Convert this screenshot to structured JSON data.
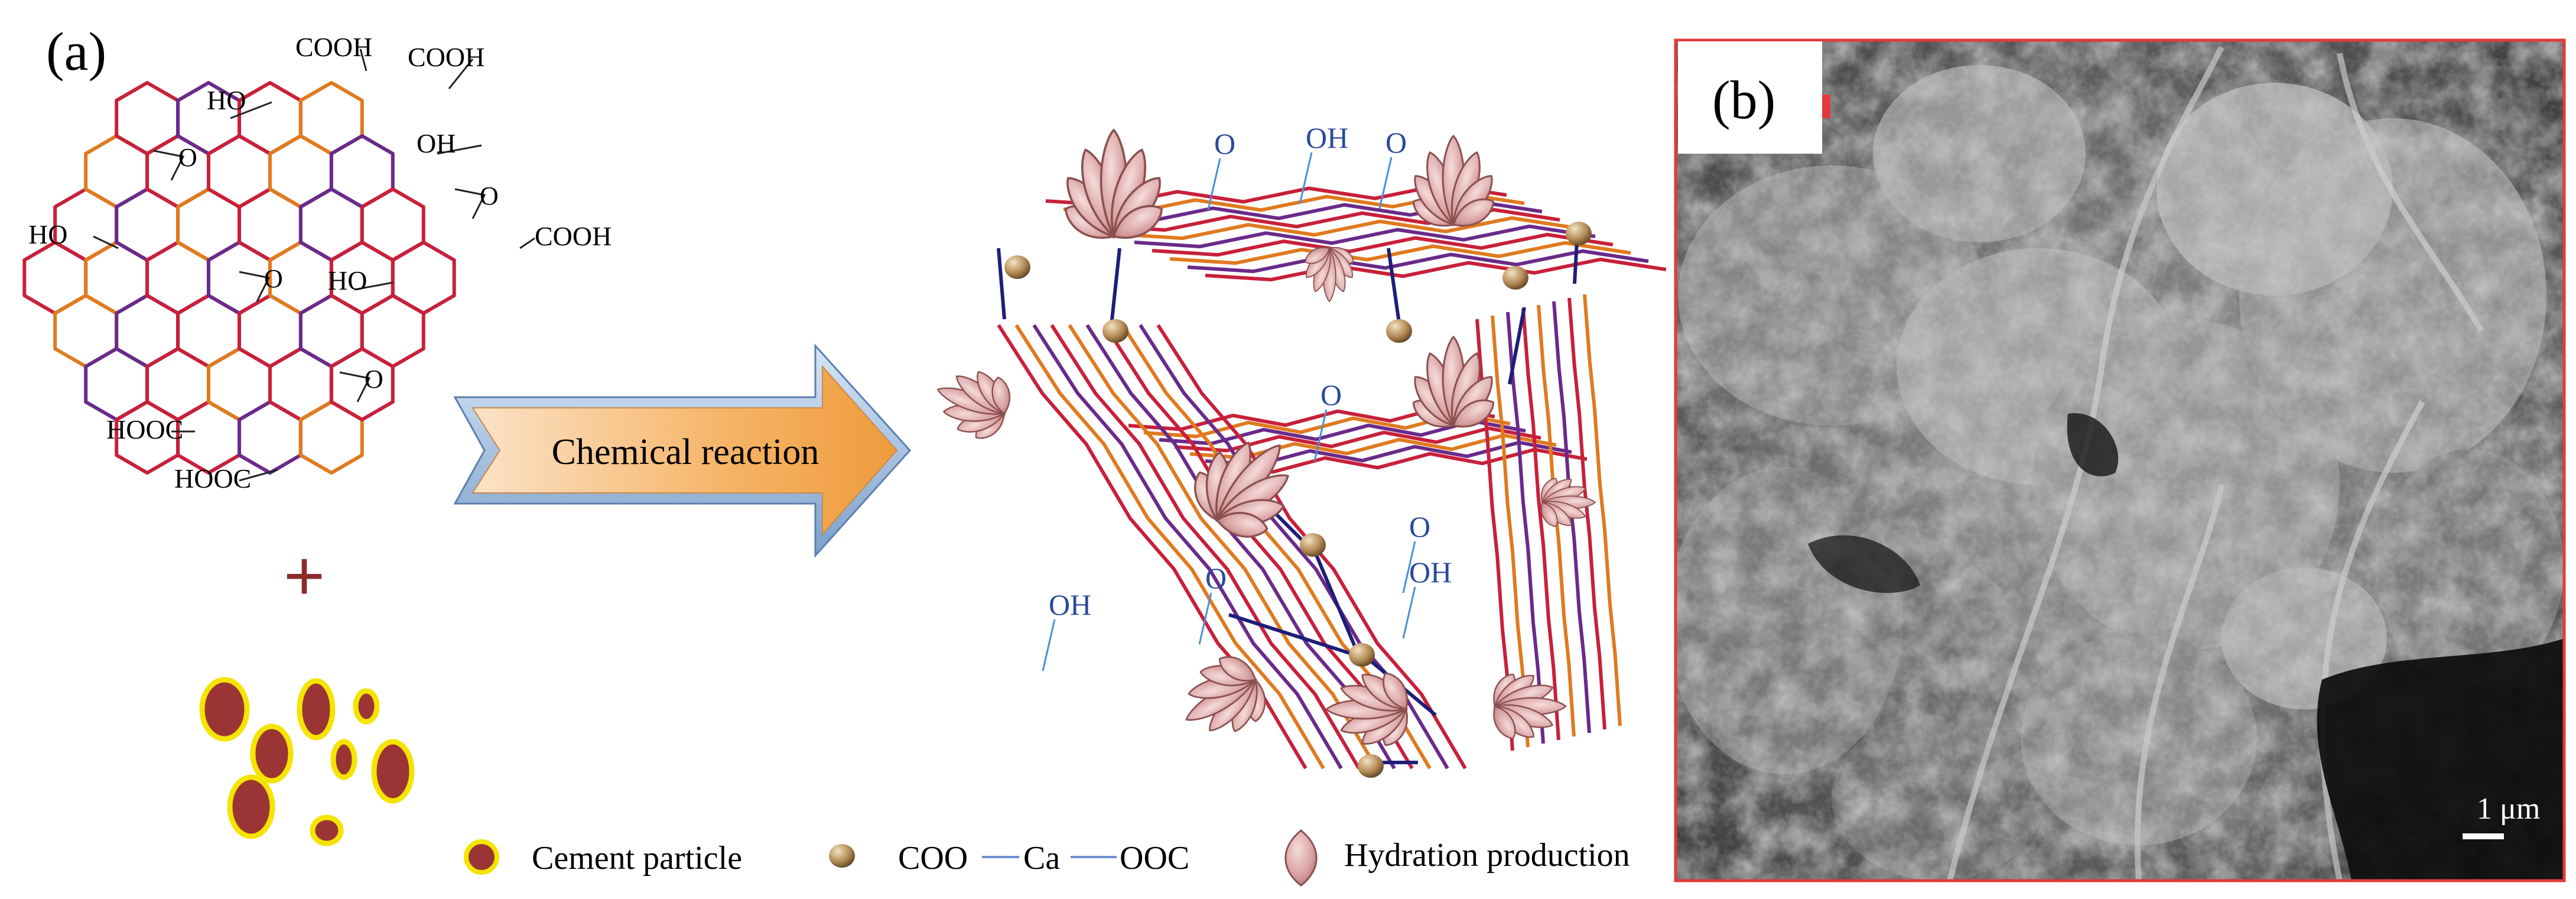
{
  "panel_a": {
    "label": "(a)",
    "functional_groups": {
      "cooh": "COOH",
      "hooc": "HOOC",
      "ho": "HO",
      "oh": "OH",
      "o": "O"
    },
    "plus": "+",
    "arrow_label": "Chemical reaction",
    "structure_labels": {
      "oh": "OH",
      "o": "O"
    },
    "legend": {
      "cement": "Cement particle",
      "bond_left": "COO",
      "bond_mid": "Ca",
      "bond_right": "OOC",
      "hydration": "Hydration production"
    }
  },
  "panel_b": {
    "label": "(b)",
    "scale_bar": "1 μm"
  },
  "colors": {
    "lattice_red": "#c8203a",
    "lattice_orange": "#e07a1e",
    "lattice_purple": "#6a2a8a",
    "particle_fill": "#9b3535",
    "particle_ring": "#f5e400",
    "petal": "#d9a3a3",
    "linker": "#1e1e78",
    "ca_ball": "#b08a5a",
    "arrow_fill": "#f7b86a",
    "sem_bg": "#2a2a2a"
  }
}
